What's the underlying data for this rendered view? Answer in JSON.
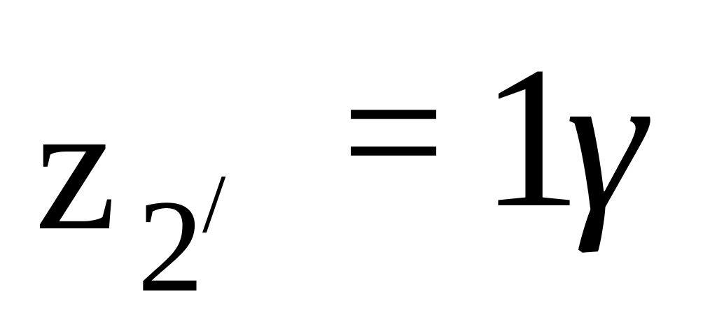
{
  "formula": {
    "variable": "z",
    "subscript": "2",
    "prime": "/",
    "equals": "=",
    "coefficient": "1",
    "greek": "γ"
  }
}
